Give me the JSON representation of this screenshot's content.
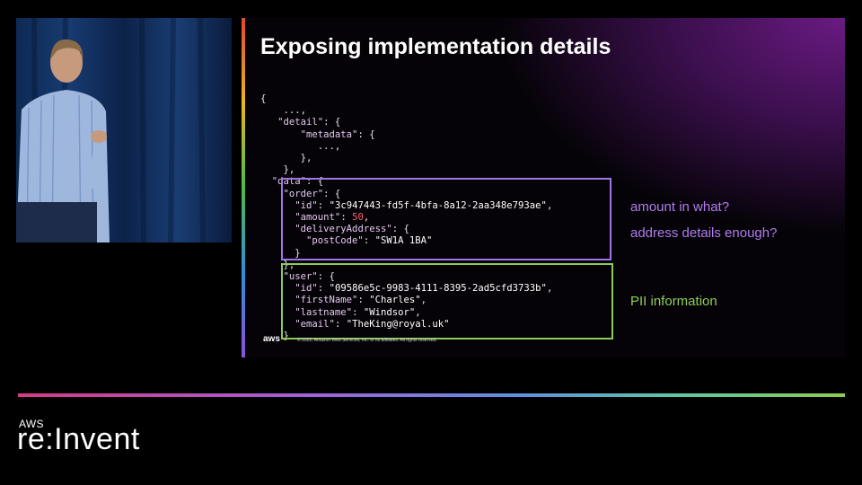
{
  "slide": {
    "title": "Exposing implementation details",
    "notes": {
      "amount": "amount in what?",
      "address": "address details enough?",
      "pii": "PII information"
    },
    "copyright": "© 2022, Amazon Web Services, Inc. or its affiliates. All rights reserved.",
    "aws_logo_text": "aws"
  },
  "code": {
    "open_brace": "{",
    "ellipsis": "...,",
    "ellipsis_inner": "...,",
    "detail_key": "\"detail\"",
    "metadata_key": "\"metadata\"",
    "data_key": "\"data\"",
    "order_key": "\"order\"",
    "id_key": "\"id\"",
    "order_id": "\"3c947443-fd5f-4bfa-8a12-2aa348e793ae\"",
    "amount_key": "\"amount\"",
    "amount_value": "50",
    "delivery_key": "\"deliveryAddress\"",
    "postcode_key": "\"postCode\"",
    "postcode_value": "\"SW1A 1BA\"",
    "user_key": "\"user\"",
    "user_id_key": "\"id\"",
    "user_id": "\"09586e5c-9983-4111-8395-2ad5cfd3733b\"",
    "firstname_key": "\"firstName\"",
    "firstname_value": "\"Charles\"",
    "lastname_key": "\"lastname\"",
    "lastname_value": "\"Windsor\"",
    "email_key": "\"email\"",
    "email_value": "\"TheKing@royal.uk\""
  },
  "brand": {
    "aws": "AWS",
    "event": "re:Invent"
  }
}
